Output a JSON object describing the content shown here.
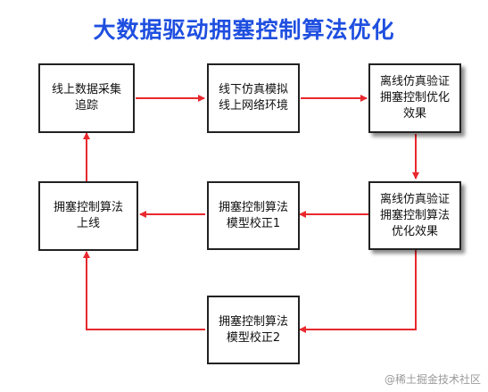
{
  "title": "大数据驱动拥塞控制算法优化",
  "nodes": {
    "data_collection": "线上数据采集\n追踪",
    "offline_sim": "线下仿真模拟\n线上网络环境",
    "offline_verify_1": "离线仿真验证\n拥塞控制优化\n效果",
    "offline_verify_2": "离线仿真验证\n拥塞控制算法\n优化效果",
    "model_calib_1": "拥塞控制算法\n模型校正1",
    "algorithm_online": "拥塞控制算法\n上线",
    "model_calib_2": "拥塞控制算法\n模型校正2"
  },
  "watermark": "@稀土掘金技术社区",
  "colors": {
    "title": "#1f4fe0",
    "arrow": "#e8282d",
    "border": "#222222"
  }
}
